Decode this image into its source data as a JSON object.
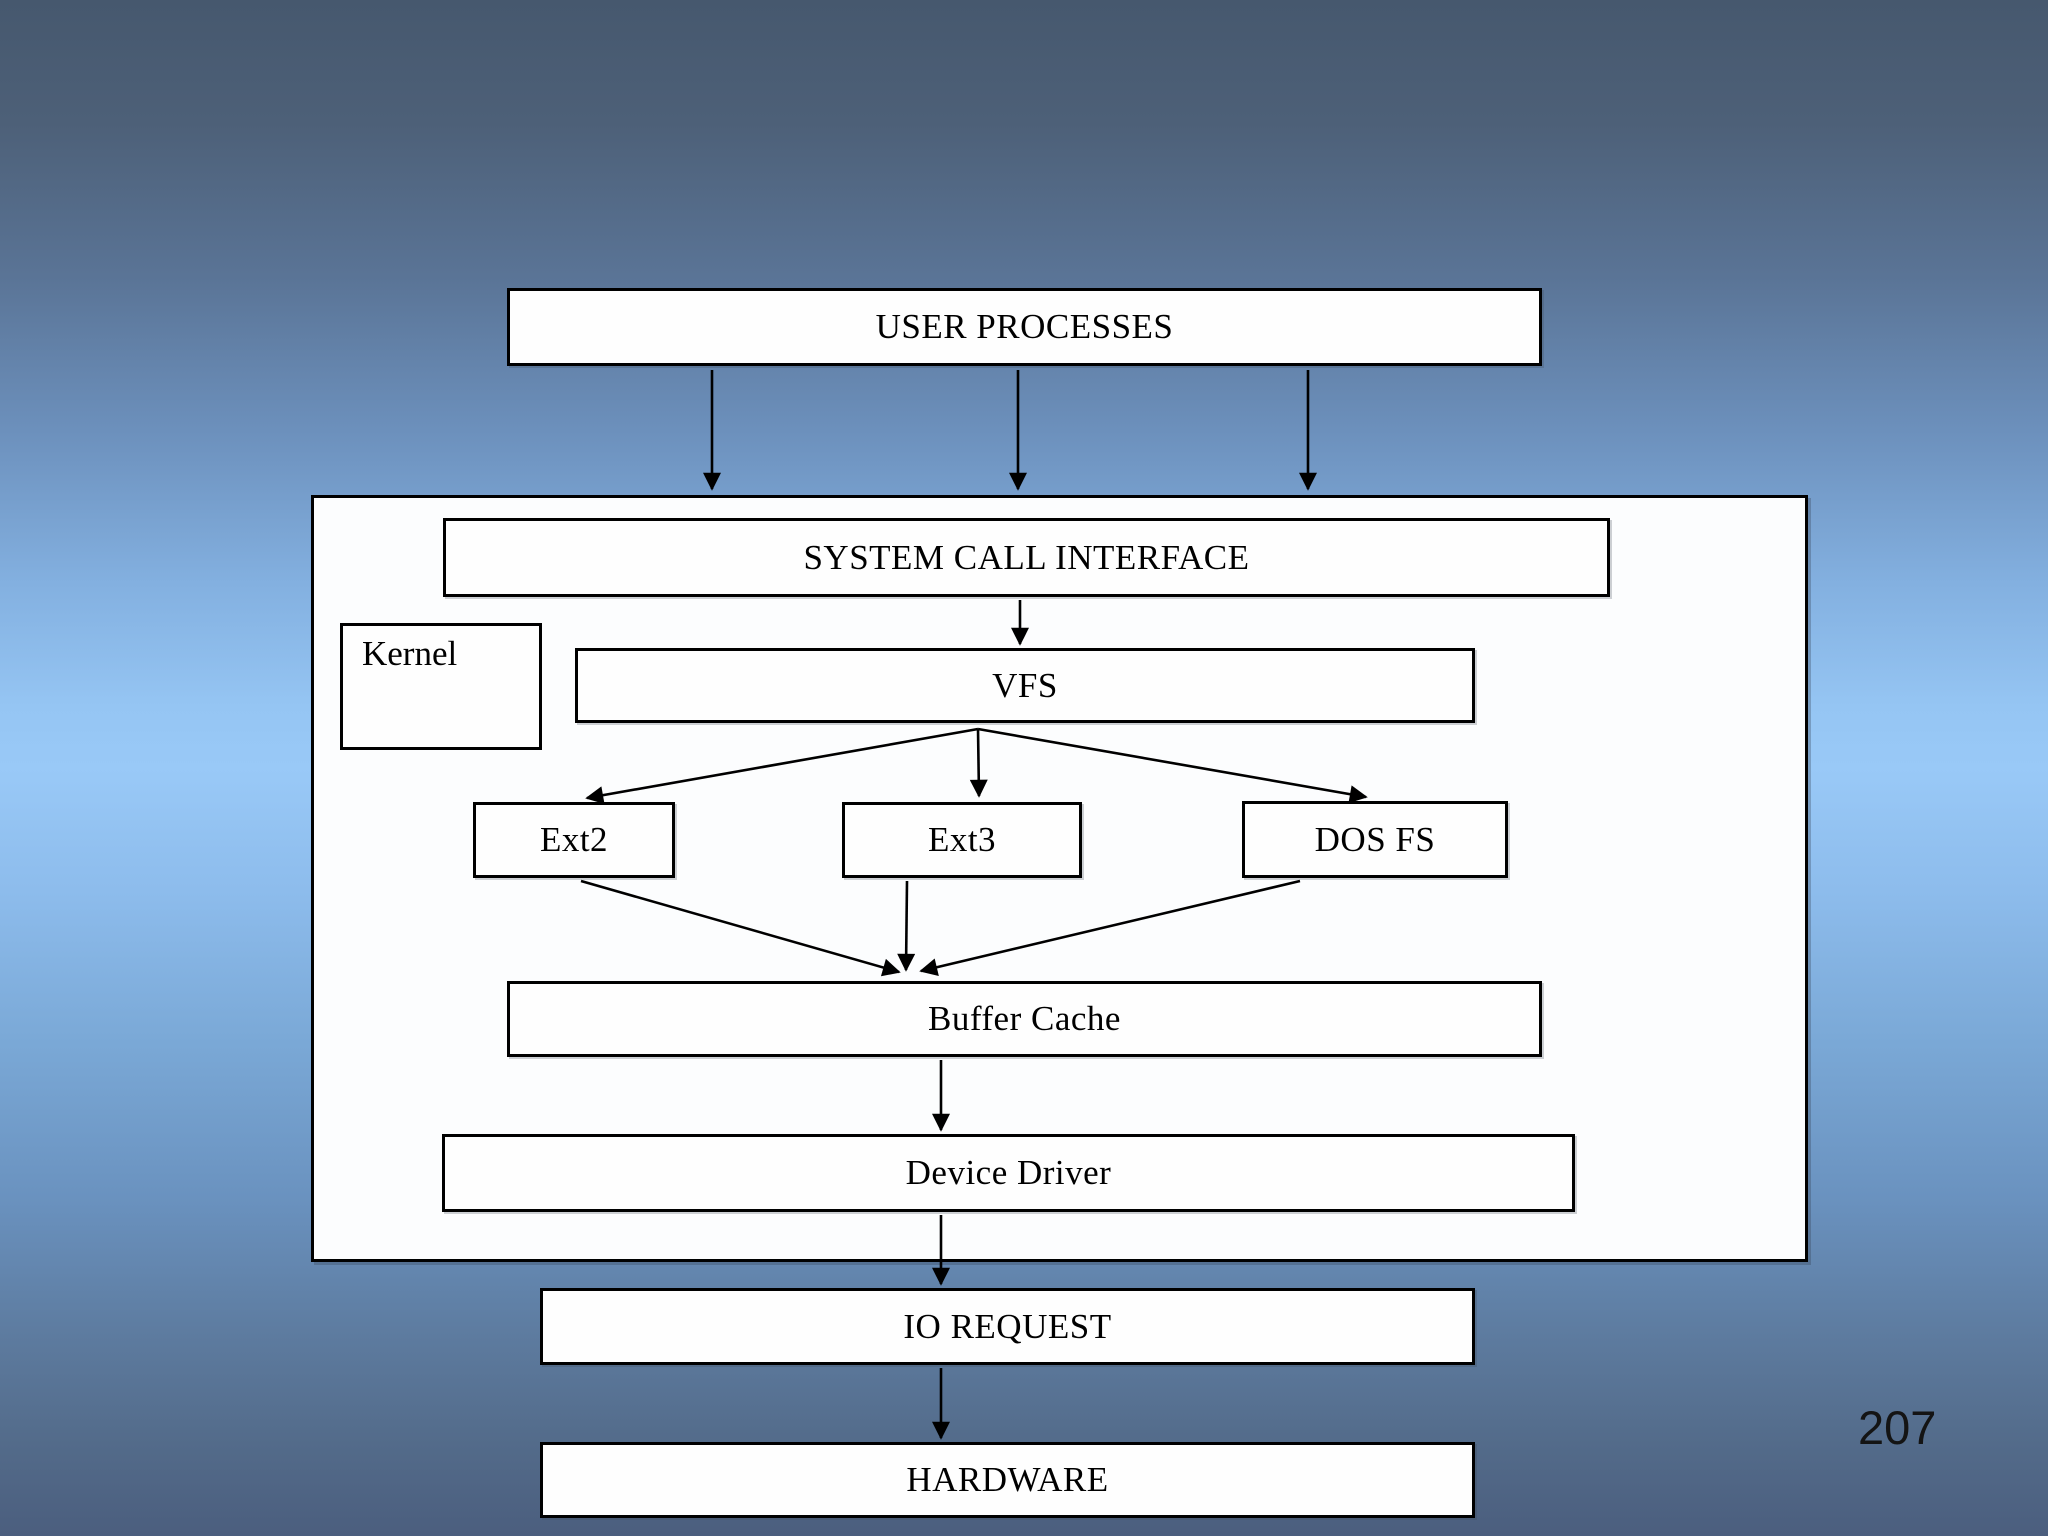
{
  "slide": {
    "page_number": "207",
    "background_colors": {
      "top": "#46586e",
      "middle_highlight": "#99c9f7",
      "bottom": "#4b5e7e"
    },
    "box_fill": "#fefefe",
    "box_border": "#000000"
  },
  "diagram": {
    "nodes": {
      "user_processes": "USER PROCESSES",
      "system_call_interface": "SYSTEM CALL INTERFACE",
      "kernel": "Kernel",
      "vfs": "VFS",
      "ext2": "Ext2",
      "ext3": "Ext3",
      "dos_fs": "DOS FS",
      "buffer_cache": "Buffer Cache",
      "device_driver": "Device Driver",
      "io_request": "IO REQUEST",
      "hardware": "HARDWARE"
    },
    "edges": [
      {
        "from": "user_processes",
        "to": "system_call_interface"
      },
      {
        "from": "user_processes",
        "to": "system_call_interface"
      },
      {
        "from": "user_processes",
        "to": "system_call_interface"
      },
      {
        "from": "system_call_interface",
        "to": "vfs"
      },
      {
        "from": "vfs",
        "to": "ext2"
      },
      {
        "from": "vfs",
        "to": "ext3"
      },
      {
        "from": "vfs",
        "to": "dos_fs"
      },
      {
        "from": "ext2",
        "to": "buffer_cache"
      },
      {
        "from": "ext3",
        "to": "buffer_cache"
      },
      {
        "from": "dos_fs",
        "to": "buffer_cache"
      },
      {
        "from": "buffer_cache",
        "to": "device_driver"
      },
      {
        "from": "device_driver",
        "to": "io_request"
      },
      {
        "from": "io_request",
        "to": "hardware"
      }
    ]
  }
}
